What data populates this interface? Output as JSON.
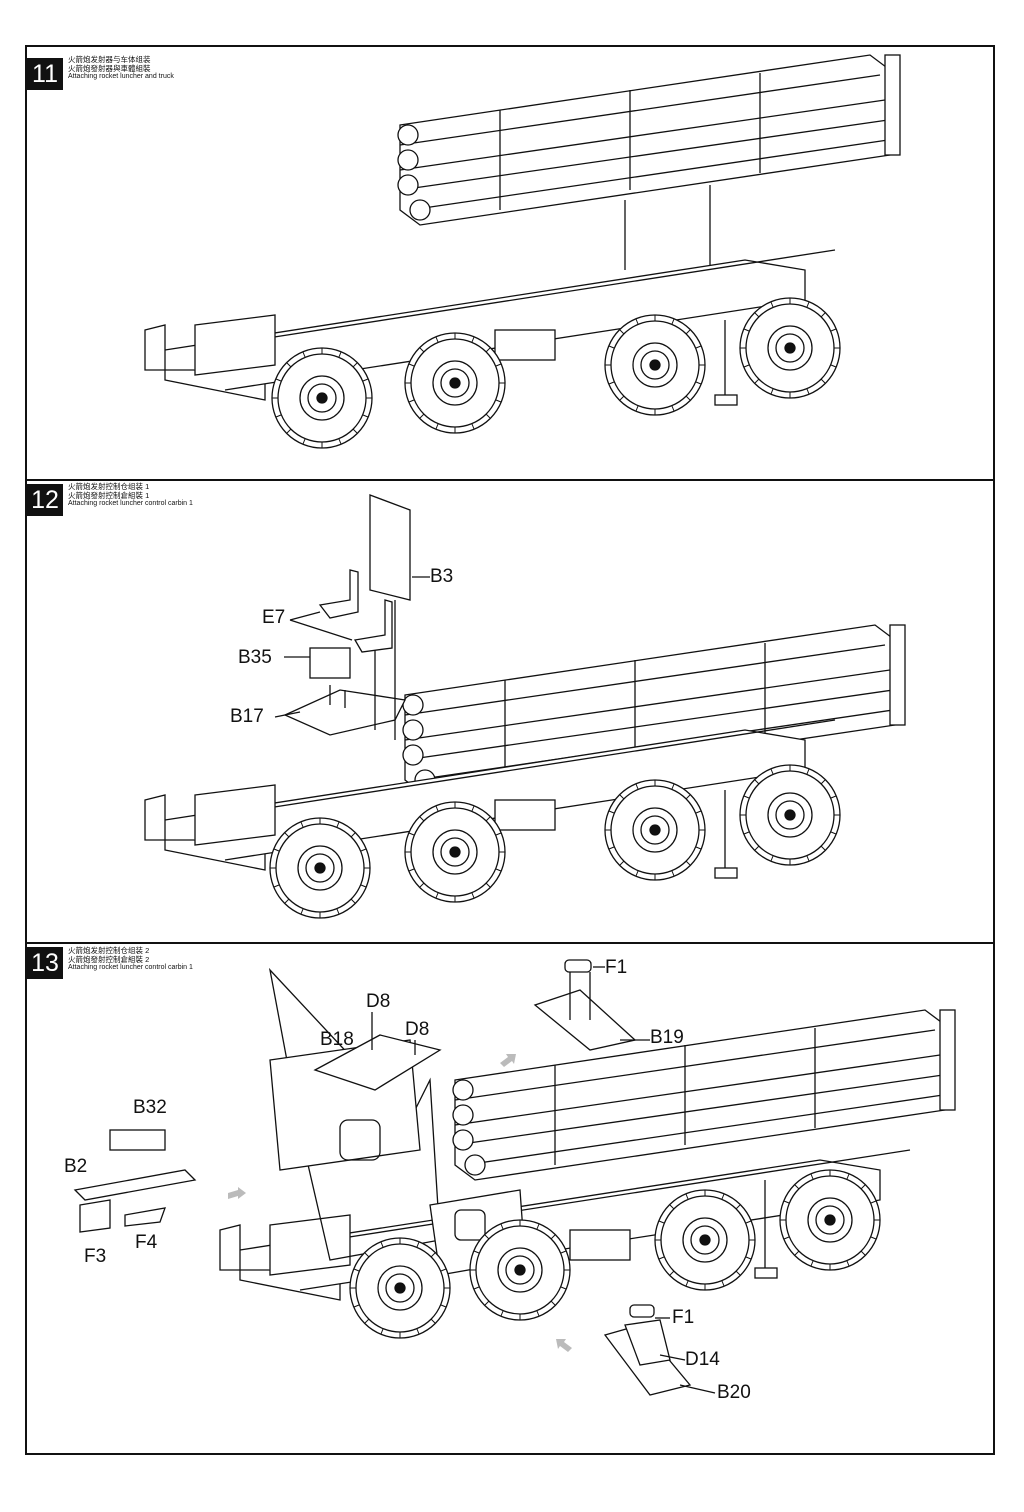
{
  "steps": [
    {
      "number": "11",
      "title_sc": "火箭炮发射器与车体组装",
      "title_tc": "火箭炮發射器與車體組裝",
      "title_en": "Attaching rocket luncher and truck"
    },
    {
      "number": "12",
      "title_sc": "火箭炮发射控制仓组装 1",
      "title_tc": "火箭炮發射控制倉組裝 1",
      "title_en": "Attaching rocket luncher control carbin 1",
      "parts": {
        "b3": "B3",
        "e7": "E7",
        "b35": "B35",
        "b17": "B17"
      }
    },
    {
      "number": "13",
      "title_sc": "火箭炮发射控制仓组装 2",
      "title_tc": "火箭炮發射控制倉組裝 2",
      "title_en": "Attaching rocket luncher control carbin 1",
      "parts": {
        "f1a": "F1",
        "b19": "B19",
        "d8a": "D8",
        "d8b": "D8",
        "b18": "B18",
        "b32": "B32",
        "b2": "B2",
        "f3": "F3",
        "f4": "F4",
        "f1b": "F1",
        "d14": "D14",
        "b20": "B20"
      }
    }
  ]
}
